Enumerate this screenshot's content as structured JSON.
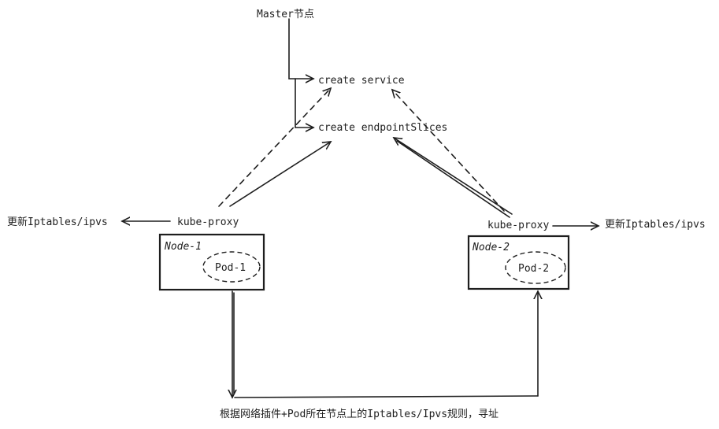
{
  "master": {
    "label": "Master节点"
  },
  "actions": {
    "create_service": "create service",
    "create_endpointslices": "create endpointSlices"
  },
  "node1": {
    "name": "Node-1",
    "pod": "Pod-1",
    "proxy": "kube-proxy",
    "update": "更新Iptables/ipvs"
  },
  "node2": {
    "name": "Node-2",
    "pod": "Pod-2",
    "proxy": "kube-proxy",
    "update": "更新Iptables/ipvs"
  },
  "routing_note": "根据网络插件+Pod所在节点上的Iptables/Ipvs规则，寻址",
  "colors": {
    "ink": "#1e1e1e",
    "background": "#ffffff"
  }
}
